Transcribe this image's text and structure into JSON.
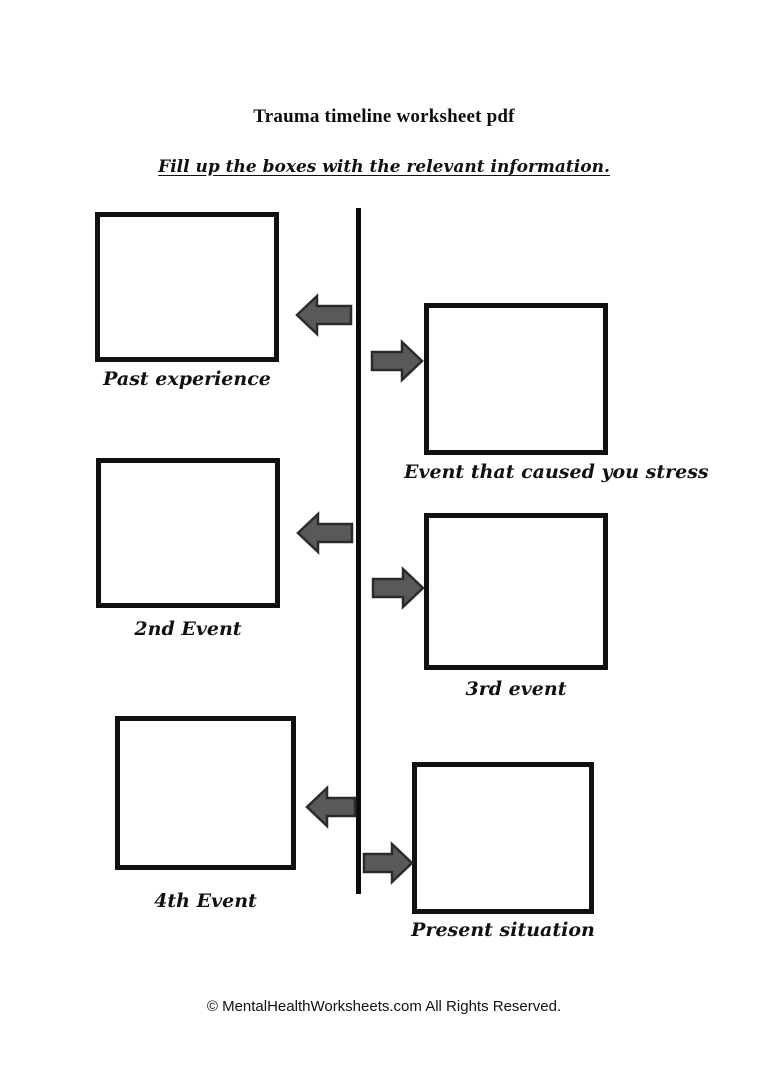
{
  "document": {
    "title": "Trauma timeline worksheet pdf",
    "instruction": "Fill up the boxes with the relevant information.",
    "footer": "©  MentalHealthWorksheets.com All Rights Reserved."
  },
  "colors": {
    "ink": "#111111",
    "arrow_fill": "#595959",
    "arrow_stroke": "#2b2b2b",
    "page_background": "#ffffff"
  },
  "timeline": {
    "orientation": "vertical",
    "entries": [
      {
        "side": "left",
        "label": "Past experience",
        "arrow": "left-arrow-icon",
        "value": ""
      },
      {
        "side": "right",
        "label": "Event that caused you stress",
        "arrow": "right-arrow-icon",
        "value": ""
      },
      {
        "side": "left",
        "label": "2nd Event",
        "arrow": "left-arrow-icon",
        "value": ""
      },
      {
        "side": "right",
        "label": "3rd event",
        "arrow": "right-arrow-icon",
        "value": ""
      },
      {
        "side": "left",
        "label": "4th Event",
        "arrow": "left-arrow-icon",
        "value": ""
      },
      {
        "side": "right",
        "label": "Present situation",
        "arrow": "right-arrow-icon",
        "value": ""
      }
    ]
  }
}
